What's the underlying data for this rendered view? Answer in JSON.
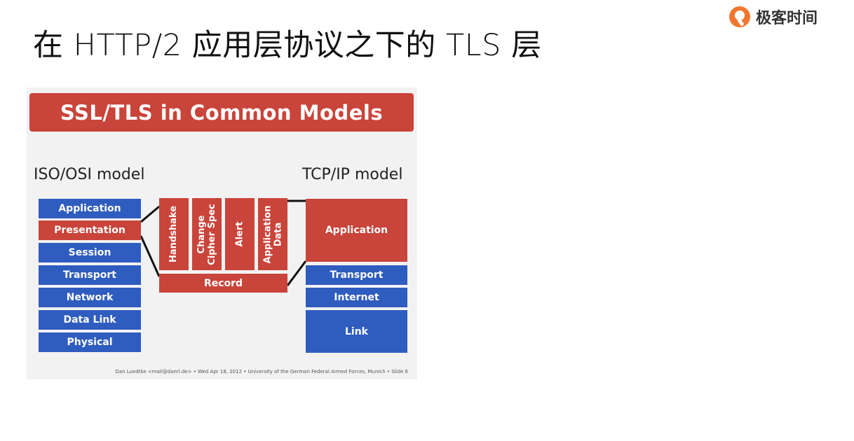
{
  "slide": {
    "title": "在 HTTP/2 应用层协议之下的 TLS 层",
    "logo_text": "极客时间"
  },
  "figure": {
    "banner": "SSL/TLS in Common Models",
    "osi_title": "ISO/OSI model",
    "tcp_title": "TCP/IP model",
    "osi_layers": [
      "Application",
      "Presentation",
      "Session",
      "Transport",
      "Network",
      "Data Link",
      "Physical"
    ],
    "tls_subprotocols": [
      "Handshake",
      "Change\nCipher Spec",
      "Alert",
      "Application\nData"
    ],
    "tls_record": "Record",
    "tcp_layers": [
      "Application",
      "Transport",
      "Internet",
      "Link"
    ],
    "footer": "Dan Luedtke <mail@danrl.de> • Wed Apr 18, 2012 • University of the German Federal Armed Forces, Munich • Slide 6",
    "colors": {
      "red": "#c9443a",
      "blue": "#2f5cbf"
    }
  }
}
